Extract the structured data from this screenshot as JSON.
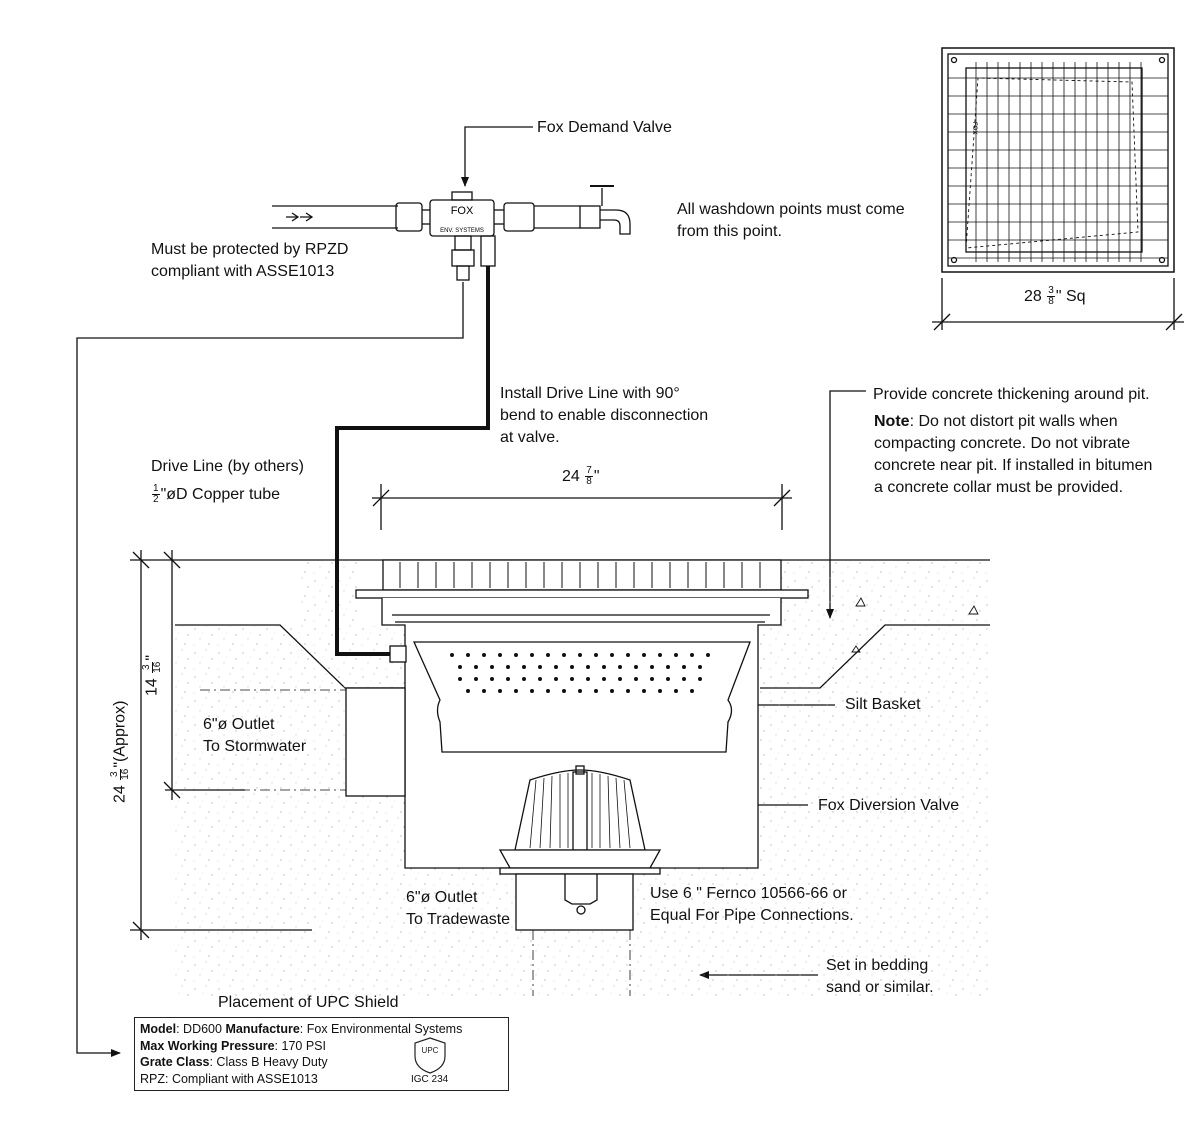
{
  "labels": {
    "demand_valve": "Fox Demand Valve",
    "washdown": [
      "All washdown points must come",
      "from this point."
    ],
    "rpzd": [
      "Must be protected by RPZD",
      "compliant with ASSE1013"
    ],
    "drive_line_install": [
      "Install Drive Line with 90°",
      "bend to enable disconnection",
      "at valve."
    ],
    "drive_line_title": "Drive Line (by others)",
    "drive_line_tube": "\"øD Copper tube",
    "concrete": "Provide concrete thickening around pit.",
    "note_label": "Note",
    "note_text": ": Do not distort pit walls when compacting concrete. Do not vibrate concrete near pit. If installed in bitumen a concrete collar must be provided.",
    "silt_basket": "Silt Basket",
    "diversion_valve": "Fox Diversion Valve",
    "outlet_storm": [
      "6\"ø Outlet",
      "To Stormwater"
    ],
    "outlet_trade": [
      "6\"ø Outlet",
      "To Tradewaste"
    ],
    "fernco": [
      "Use 6 \" Fernco 10566-66 or",
      "Equal For Pipe Connections."
    ],
    "bedding": [
      "Set in bedding",
      "sand or similar."
    ],
    "valve_brand": "FOX",
    "valve_sub": "ENV. SYSTEMS",
    "grate_brand": "FOX"
  },
  "dimensions": {
    "width_top": {
      "whole": "24",
      "num": "7",
      "den": "8",
      "suffix": "\""
    },
    "grate_sq": {
      "whole": "28",
      "num": "3",
      "den": "8",
      "suffix": "\" Sq"
    },
    "depth_inner": {
      "whole": "14",
      "num": "3",
      "den": "16",
      "suffix": "\""
    },
    "depth_total": {
      "whole": "24",
      "num": "3",
      "den": "16",
      "suffix": "\"(Approx)"
    },
    "tube_frac": {
      "num": "1",
      "den": "2"
    }
  },
  "shield": {
    "title": "Placement of UPC Shield",
    "rows": [
      {
        "k1": "Model",
        "v1": ": DD600 ",
        "k2": "Manufacture",
        "v2": ": Fox Environmental Systems"
      },
      {
        "k1": "Max Working Pressure",
        "v1": ": 170 PSI",
        "k2": "",
        "v2": ""
      },
      {
        "k1": "Grate Class",
        "v1": ": Class B Heavy Duty",
        "k2": "",
        "v2": ""
      },
      {
        "k1": "",
        "v1": "RPZ: Compliant with ASSE1013",
        "k2": "",
        "v2": ""
      }
    ],
    "logo_text": "UPC",
    "logo_caption": "IGC 234"
  }
}
